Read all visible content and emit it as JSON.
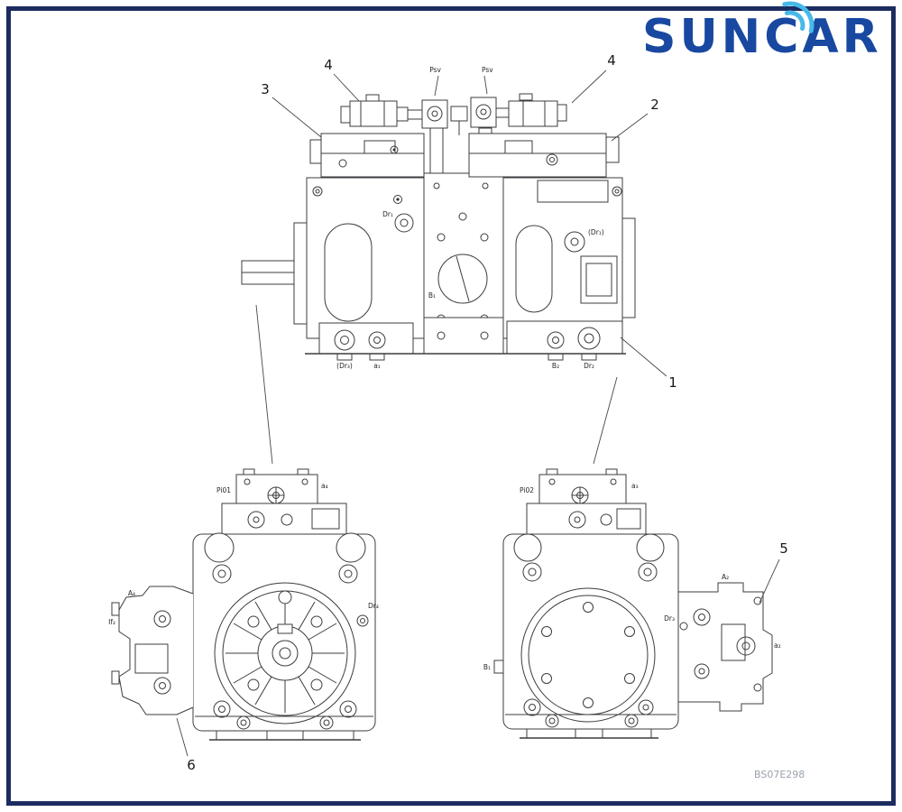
{
  "logo": {
    "text": "SUNCAR",
    "brand_blue": "#1848a0",
    "arc_blue": "#47b9e9"
  },
  "drawing": {
    "ref_code": "BS07E298"
  },
  "callouts": {
    "n1": "1",
    "n2": "2",
    "n3": "3",
    "n4_left": "4",
    "n4_right": "4",
    "n5": "5",
    "n6": "6"
  },
  "front_labels": {
    "psv_left": "Psv",
    "psv_right": "Psv",
    "dr1": "Dr₁",
    "dr1_paren": "(Dr₁)",
    "b1": "B₁",
    "dr3_paren": "(Dr₃)",
    "a1": "a₁",
    "b2": "B₂",
    "dr2": "Dr₂"
  },
  "left_labels": {
    "pi01": "Pi01",
    "a4": "a₄",
    "A4": "A₄",
    "if2": "If₂",
    "dr4": "Dr₄"
  },
  "right_labels": {
    "pi02": "Pi02",
    "a3": "a₃",
    "b1": "B₁",
    "dr3": "Dr₃",
    "A2": "A₂",
    "a2": "a₂"
  }
}
